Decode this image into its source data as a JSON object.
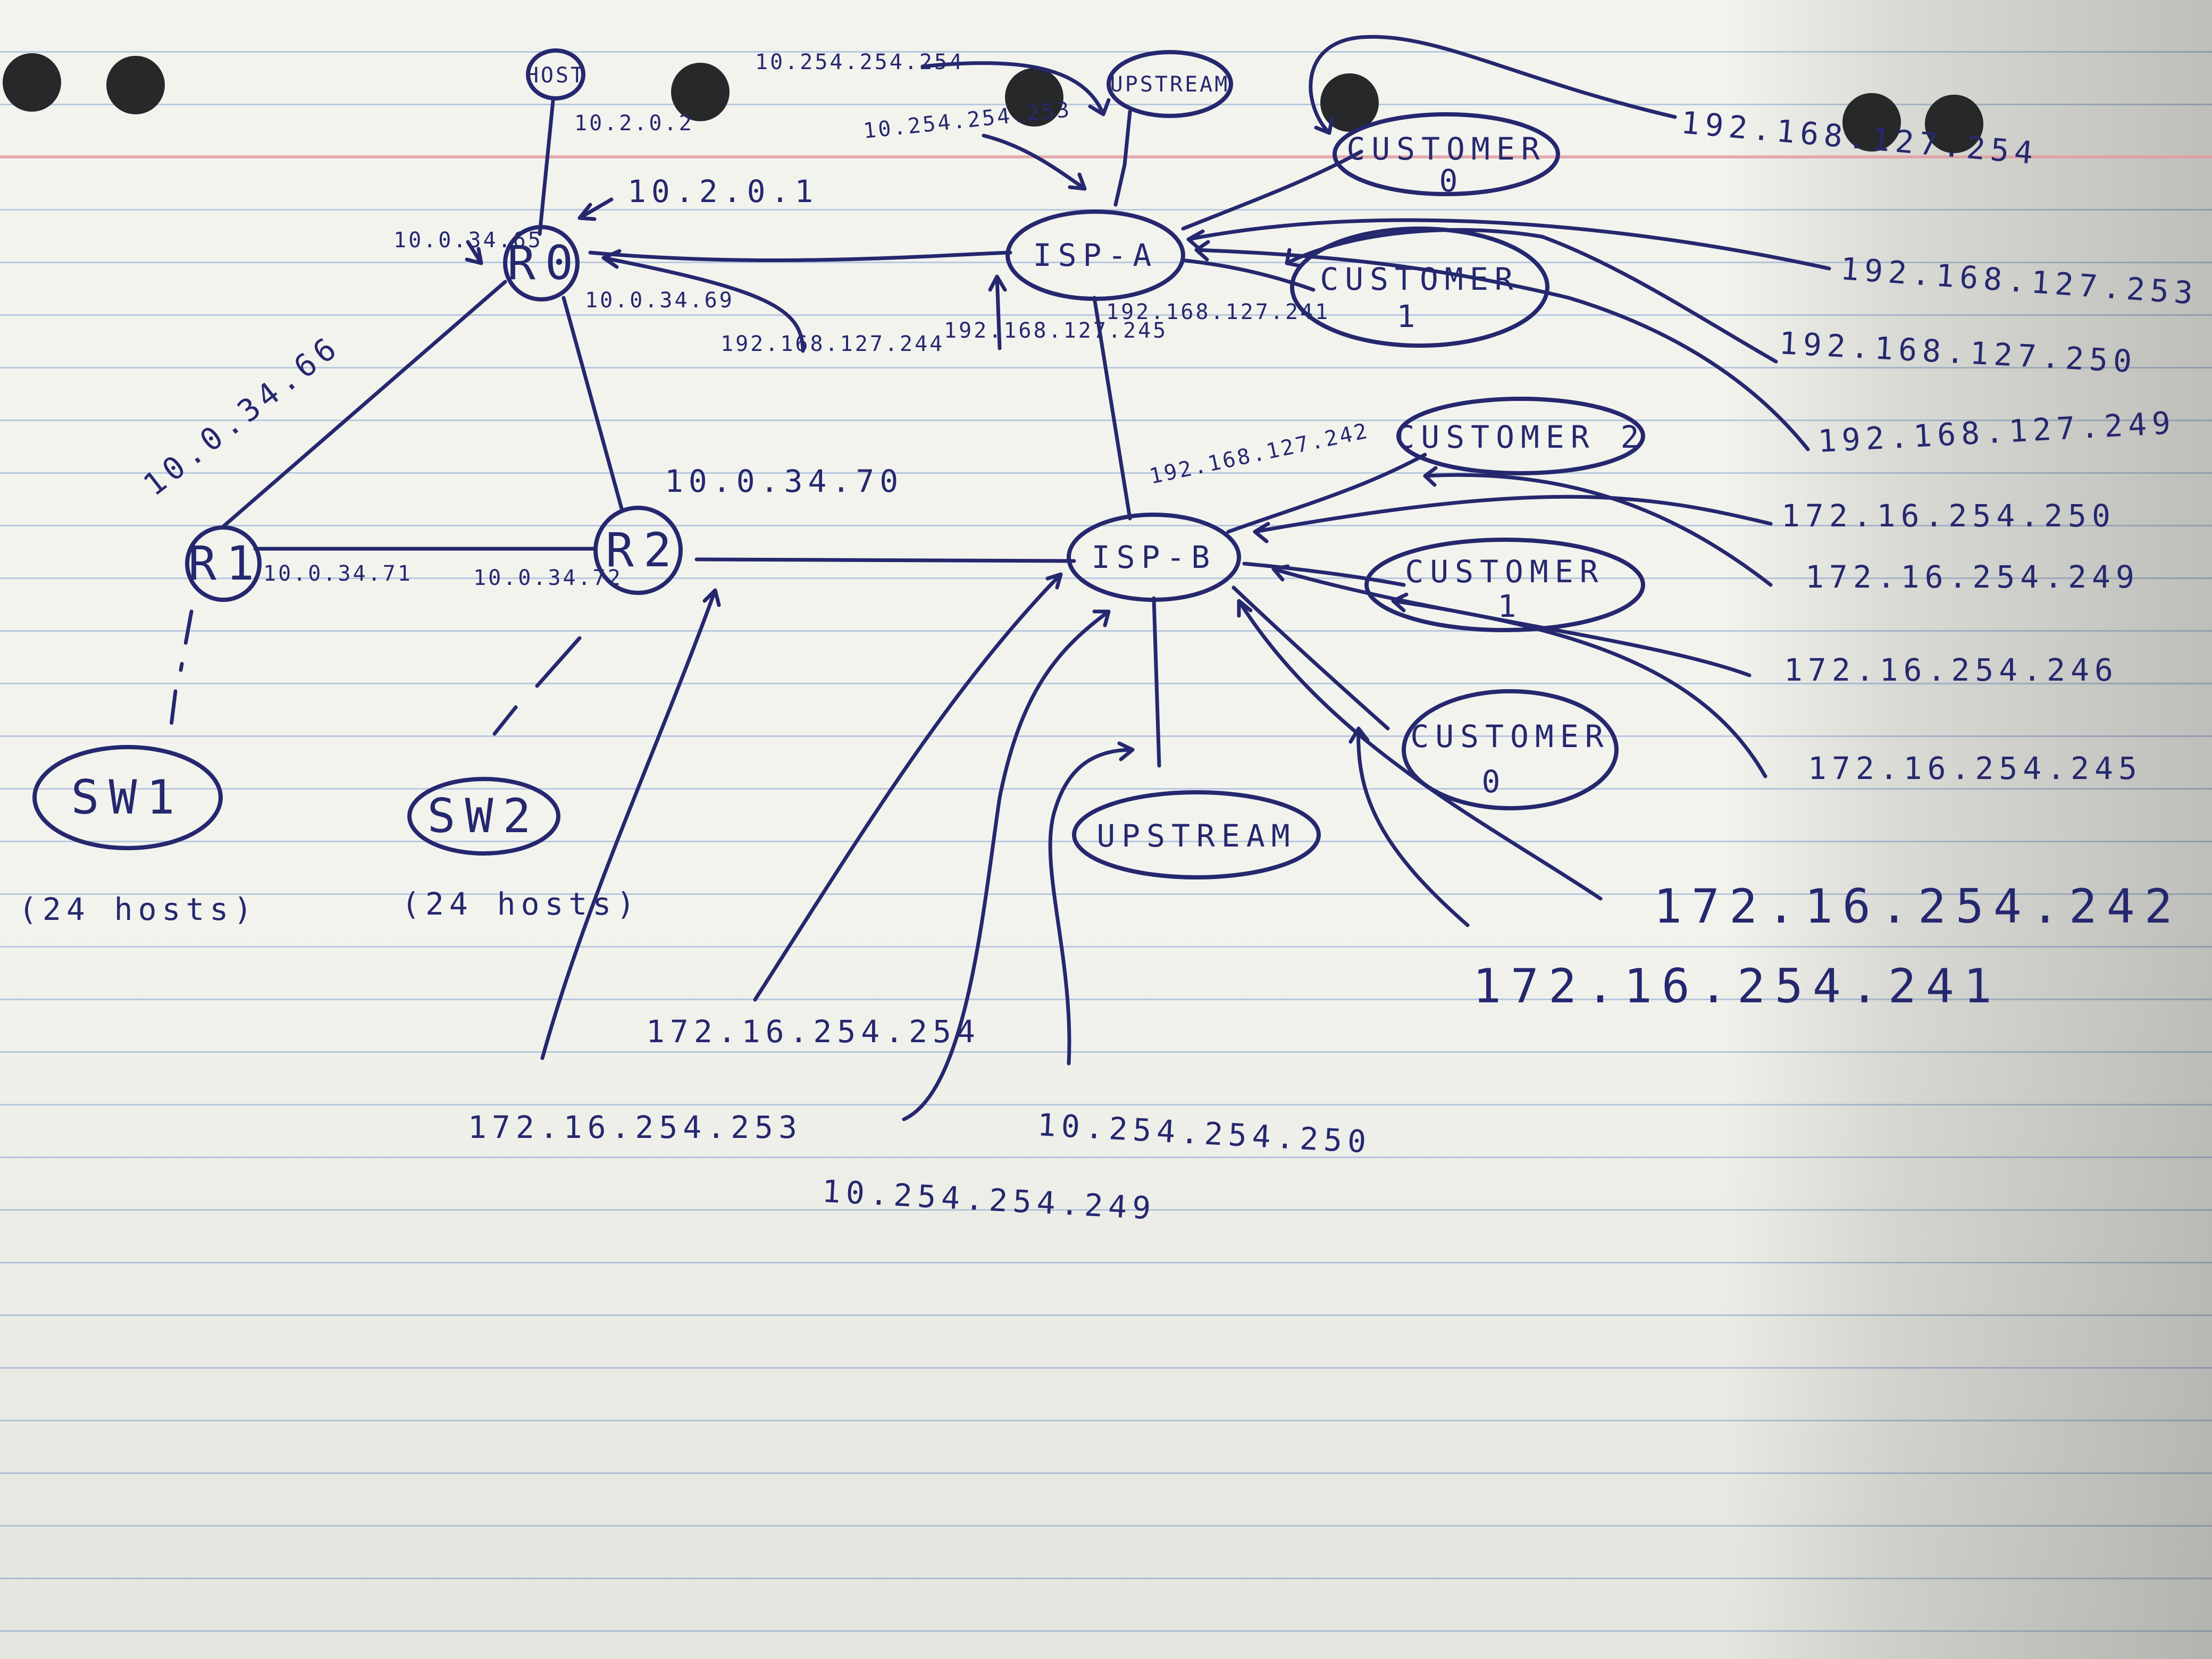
{
  "nodes": {
    "host": "HOST",
    "r0": "R0",
    "r1": "R1",
    "r2": "R2",
    "sw1": "SW1",
    "sw2": "SW2",
    "isp_a": "ISP-A",
    "isp_b": "ISP-B",
    "upstream_a": "UPSTREAM",
    "upstream_b": "UPSTREAM",
    "customer_a0": "CUSTOMER",
    "customer_a0_num": "0",
    "customer_a1": "CUSTOMER",
    "customer_a1_num": "1",
    "customer_b2": "CUSTOMER 2",
    "customer_b1": "CUSTOMER",
    "customer_b1_num": "1",
    "customer_b0": "CUSTOMER",
    "customer_b0_num": "0"
  },
  "notes": {
    "sw1_hosts": "(24 hosts)",
    "sw2_hosts": "(24 hosts)"
  },
  "addresses": {
    "host": "10.2.0.2",
    "r0_host": "10.2.0.1",
    "r0_r1": "10.0.34.65",
    "r1_r0": "10.0.34.66",
    "r0_r2": "10.0.34.69",
    "r2_r0": "10.0.34.70",
    "r1_r2": "10.0.34.71",
    "r2_r1": "10.0.34.72",
    "r0_ispa": "192.168.127.244",
    "ispa_r0": "192.168.127.245",
    "ispa_ispb": "192.168.127.241",
    "ispb_ispa": "192.168.127.242",
    "upstream_a": "10.254.254.254",
    "ispa_upstream": "10.254.254.253",
    "customer_a0": "192.168.127.254",
    "ispa_c0": "192.168.127.253",
    "customer_a1": "192.168.127.250",
    "ispa_c1": "192.168.127.249",
    "ispb_c2": "172.16.254.250",
    "customer_b2": "172.16.254.249",
    "ispb_c1": "172.16.254.246",
    "customer_b1": "172.16.254.245",
    "ispb_c0": "172.16.254.242",
    "customer_b0": "172.16.254.241",
    "ispb_r2": "172.16.254.254",
    "r2_ispb": "172.16.254.253",
    "ispb_upstream": "10.254.254.249",
    "upstream_b": "10.254.254.250"
  }
}
